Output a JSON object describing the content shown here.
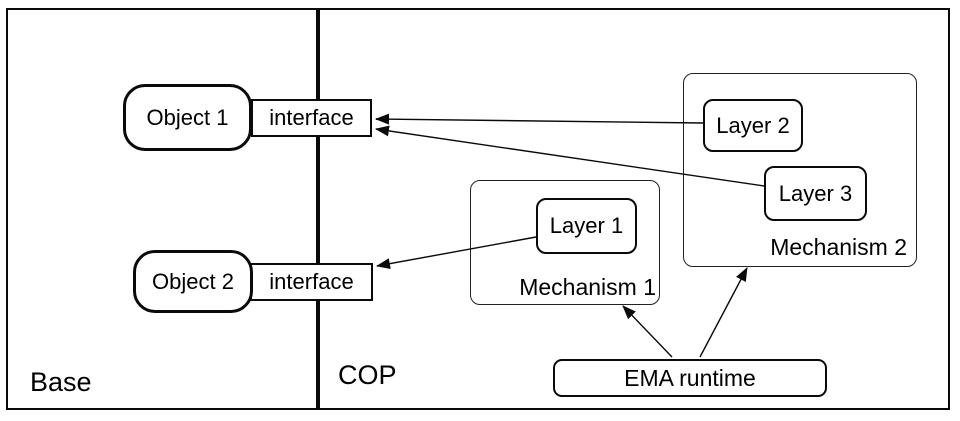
{
  "regions": {
    "base": "Base",
    "cop": "COP"
  },
  "objects": [
    {
      "label": "Object 1",
      "interface": "interface"
    },
    {
      "label": "Object 2",
      "interface": "interface"
    }
  ],
  "mechanisms": [
    {
      "label": "Mechanism 1",
      "layers": [
        "Layer 1"
      ]
    },
    {
      "label": "Mechanism 2",
      "layers": [
        "Layer 2",
        "Layer 3"
      ]
    }
  ],
  "runtime": {
    "label": "EMA runtime"
  },
  "colors": {
    "stroke": "#0a0a0a",
    "background": "#ffffff"
  }
}
